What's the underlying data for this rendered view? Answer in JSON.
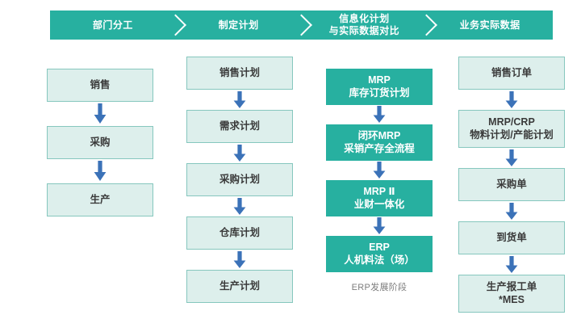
{
  "banner": {
    "background_color": "#27b0a0",
    "separator_icon": "chevron-right-icon",
    "segments": [
      {
        "label": "部门分工"
      },
      {
        "label": "制定计划"
      },
      {
        "label": "信息化计划\n与实际数据对比"
      },
      {
        "label": "业务实际数据"
      }
    ]
  },
  "colors": {
    "accent_teal": "#27b0a0",
    "node_fill_light": "#ddefec",
    "node_border_light": "#86c7be",
    "arrow_blue": "#3b72b8",
    "caption_gray": "#7d7d7d",
    "background": "#ffffff"
  },
  "arrow_icon": "arrow-down-icon",
  "columns": [
    {
      "key": "department-division",
      "style": "light",
      "nodes": [
        {
          "label": "销售"
        },
        {
          "label": "采购"
        },
        {
          "label": "生产"
        }
      ],
      "caption": ""
    },
    {
      "key": "planning",
      "style": "light",
      "nodes": [
        {
          "label": "销售计划"
        },
        {
          "label": "需求计划"
        },
        {
          "label": "采购计划"
        },
        {
          "label": "仓库计划"
        },
        {
          "label": "生产计划"
        }
      ],
      "caption": ""
    },
    {
      "key": "informatization-plan",
      "style": "solid",
      "nodes": [
        {
          "label": "MRP\n库存订货计划"
        },
        {
          "label": "闭环MRP\n采销产存全流程"
        },
        {
          "label": "MRP Ⅱ\n业财一体化"
        },
        {
          "label": "ERP\n人机料法（场）"
        }
      ],
      "caption": "ERP发展阶段"
    },
    {
      "key": "business-actual-data",
      "style": "light",
      "nodes": [
        {
          "label": "销售订单"
        },
        {
          "label": "MRP/CRP\n物料计划/产能计划"
        },
        {
          "label": "采购单"
        },
        {
          "label": "到货单"
        },
        {
          "label": "生产报工单\n*MES"
        }
      ],
      "caption": ""
    }
  ]
}
